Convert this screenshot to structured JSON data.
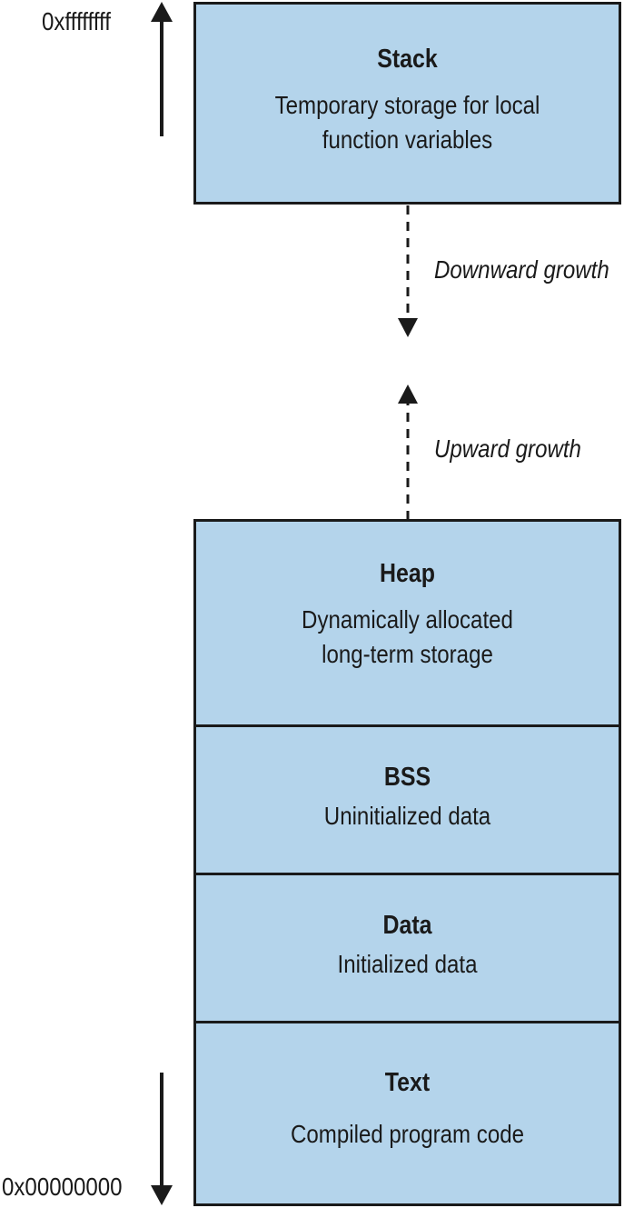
{
  "addresses": {
    "top": "0xffffffff",
    "bottom": "0x00000000"
  },
  "segments": {
    "stack": {
      "title": "Stack",
      "desc": "Temporary storage for local\nfunction variables"
    },
    "heap": {
      "title": "Heap",
      "desc": "Dynamically allocated\nlong-term storage"
    },
    "bss": {
      "title": "BSS",
      "desc": "Uninitialized data"
    },
    "data": {
      "title": "Data",
      "desc": "Initialized data"
    },
    "text": {
      "title": "Text",
      "desc": "Compiled program code"
    }
  },
  "growth": {
    "downward": "Downward growth",
    "upward": "Upward growth"
  },
  "colors": {
    "segment_fill": "#b4d4eb",
    "stroke": "#1a1a1a"
  }
}
